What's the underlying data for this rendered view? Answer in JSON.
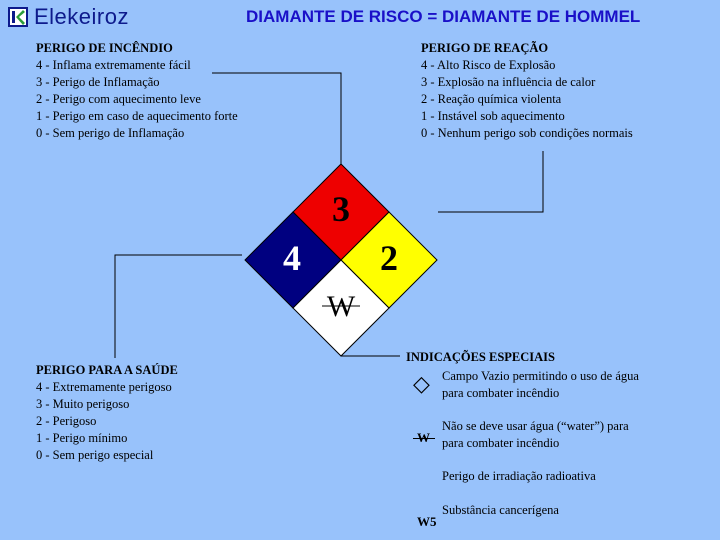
{
  "brand": {
    "name": "Elekeiroz"
  },
  "title": "DIAMANTE DE RISCO = DIAMANTE DE HOMMEL",
  "fire": {
    "heading": "PERIGO DE INCÊNDIO",
    "levels": [
      "4 - Inflama extremamente fácil",
      "3 - Perigo de Inflamação",
      "2 - Perigo com aquecimento leve",
      "1 - Perigo em caso de aquecimento forte",
      "0 - Sem perigo de Inflamação"
    ]
  },
  "reaction": {
    "heading": "PERIGO DE REAÇÃO",
    "levels": [
      "4 - Alto Risco de Explosão",
      "3 - Explosão na influência de calor",
      "2 - Reação química violenta",
      "1 - Instável sob aquecimento",
      "0 - Nenhum perigo sob condições normais"
    ]
  },
  "health": {
    "heading": "PERIGO PARA A SAÚDE",
    "levels": [
      "4 - Extremamente perigoso",
      "3 - Muito perigoso",
      "2 - Perigoso",
      "1 - Perigo mínimo",
      "0 - Sem perigo especial"
    ]
  },
  "special": {
    "heading": "INDICAÇÕES ESPECIAIS",
    "items": [
      {
        "symbol": "◇",
        "lines": [
          "Campo Vazio permitindo o uso de água",
          "para combater incêndio"
        ]
      },
      {
        "symbol": "W",
        "lines": [
          "Não se deve usar água (“water”) para",
          "para combater incêndio"
        ]
      },
      {
        "symbol": "",
        "lines": [
          "Perigo de irradiação radioativa"
        ]
      },
      {
        "symbol": "W5",
        "lines": [
          "Substância cancerígena"
        ]
      }
    ]
  },
  "diamond": {
    "top": "3",
    "left": "4",
    "right": "2",
    "bottom": "W",
    "colors": {
      "top": "#ee0000",
      "left": "#000080",
      "right": "#ffff00",
      "bottom": "#ffffff"
    }
  }
}
